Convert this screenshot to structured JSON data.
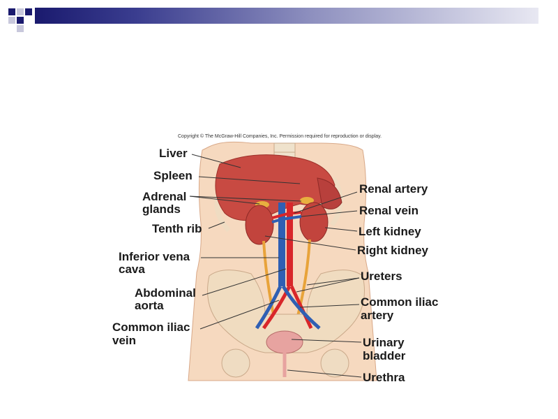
{
  "copyright": "Copyright © The McGraw-Hill Companies, Inc. Permission required for reproduction or display.",
  "labels": {
    "liver": "Liver",
    "spleen": "Spleen",
    "adrenal_1": "Adrenal",
    "adrenal_2": "glands",
    "tenth_rib": "Tenth rib",
    "ivc_1": "Inferior vena",
    "ivc_2": "cava",
    "aorta_1": "Abdominal",
    "aorta_2": "aorta",
    "civ_1": "Common iliac",
    "civ_2": "vein",
    "renal_artery": "Renal artery",
    "renal_vein": "Renal vein",
    "left_kidney": "Left kidney",
    "right_kidney": "Right kidney",
    "ureters": "Ureters",
    "cia_1": "Common iliac",
    "cia_2": "artery",
    "bladder_1": "Urinary",
    "bladder_2": "bladder",
    "urethra": "Urethra"
  },
  "colors": {
    "header_dark": "#1a1a6e",
    "header_light": "#e8e8f2",
    "skin": "#f3d3b8",
    "organ": "#c9423c",
    "artery": "#d8262a",
    "vein": "#2f5fb3",
    "bone": "#f0dcc0",
    "ureter": "#e8a33a"
  }
}
